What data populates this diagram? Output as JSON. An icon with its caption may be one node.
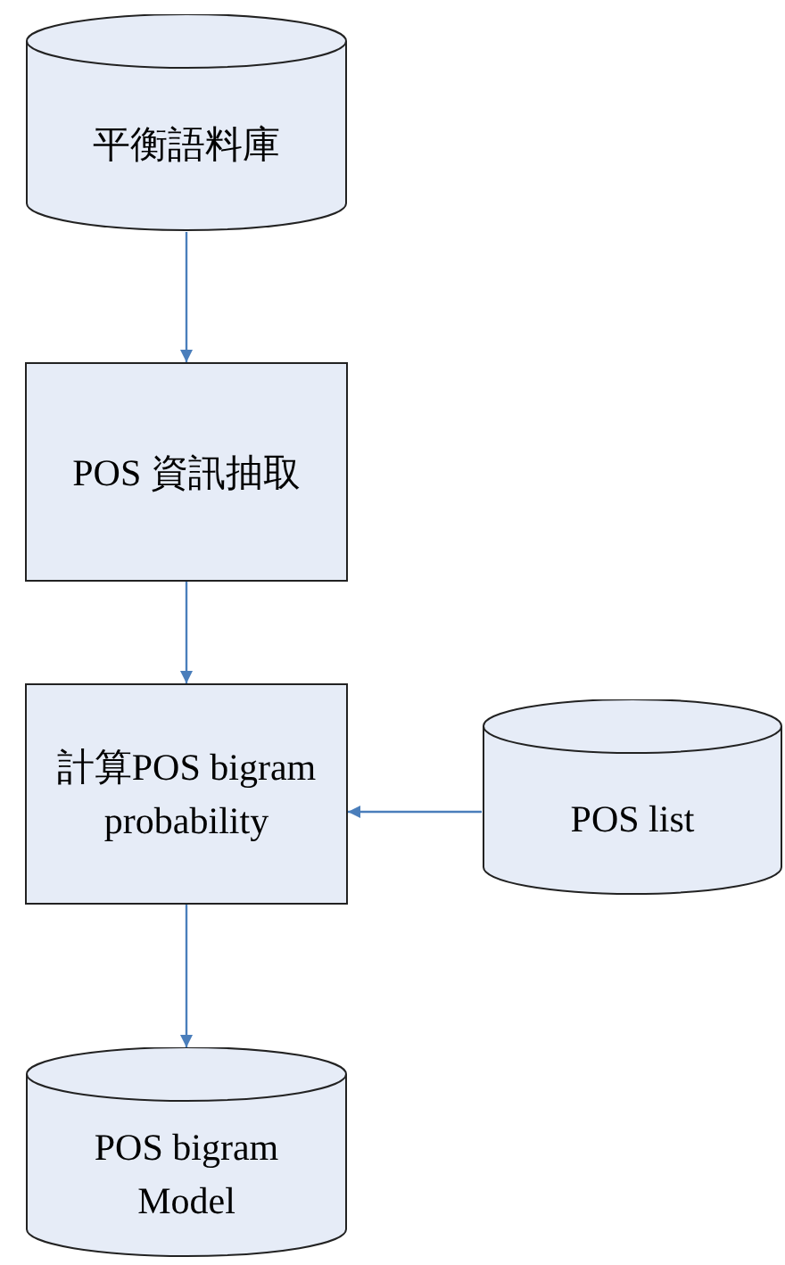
{
  "diagram": {
    "nodes": [
      {
        "text": [
          "平衡語料庫"
        ]
      },
      {
        "text": [
          "POS 資訊抽取"
        ]
      },
      {
        "text": [
          "計算POS bigram probability"
        ]
      },
      {
        "text": [
          "POS list"
        ]
      },
      {
        "text": [
          "POS bigram Model"
        ]
      }
    ],
    "edges": [
      {
        "from": 0,
        "to": 1,
        "arrow": "to"
      },
      {
        "from": 1,
        "to": 2,
        "arrow": "to"
      },
      {
        "from": 3,
        "to": 2,
        "arrow": "to"
      },
      {
        "from": 2,
        "to": 4,
        "arrow": "to"
      }
    ]
  }
}
